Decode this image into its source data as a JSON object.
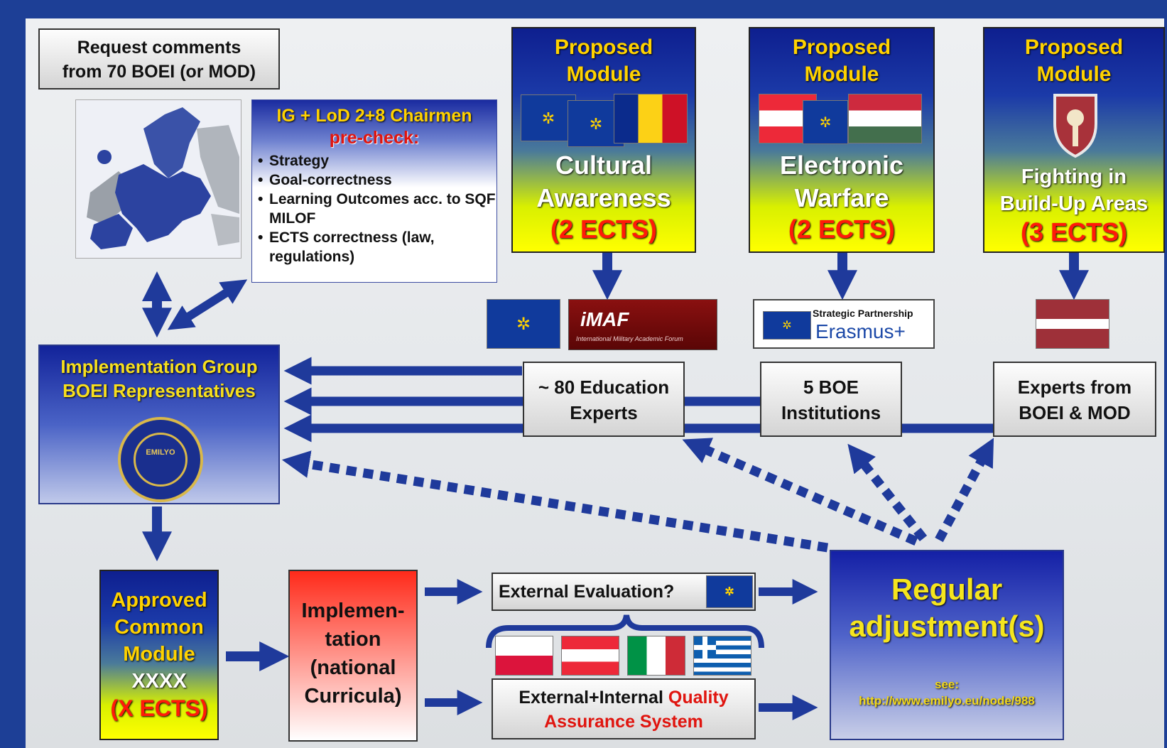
{
  "request": {
    "line1": "Request comments",
    "line2": "from 70 BOEI (or MOD)"
  },
  "precheck": {
    "title": "IG + LoD 2+8 Chairmen",
    "subtitle": "pre-check:",
    "items": [
      "Strategy",
      "Goal-correctness",
      "Learning Outcomes acc. to SQF MILOF",
      "ECTS correctness (law, regulations)"
    ]
  },
  "modules": [
    {
      "header1": "Proposed",
      "header2": "Module",
      "name1": "Cultural",
      "name2": "Awareness",
      "ects": "(2 ECTS)"
    },
    {
      "header1": "Proposed",
      "header2": "Module",
      "name1": "Electronic",
      "name2": "Warfare",
      "ects": "(2 ECTS)"
    },
    {
      "header1": "Proposed",
      "header2": "Module",
      "name1": "Fighting in",
      "name2": "Build-Up Areas",
      "ects": "(3 ECTS)"
    }
  ],
  "logos": {
    "imaf": "iMAF",
    "imaf_sub": "International Military Academic Forum",
    "erasmus_title": "Strategic Partnership",
    "erasmus": "Erasmus+"
  },
  "implementation_group": {
    "line1": "Implementation Group",
    "line2": "BOEI Representatives",
    "seal": "EMILYO"
  },
  "experts": [
    {
      "line1": "~ 80 Education",
      "line2": "Experts"
    },
    {
      "line1": "5 BOE",
      "line2": "Institutions"
    },
    {
      "line1": "Experts from",
      "line2": "BOEI & MOD"
    }
  ],
  "approved": {
    "line1": "Approved",
    "line2": "Common",
    "line3": "Module",
    "line4": "XXXX",
    "line5": "(X ECTS)"
  },
  "implementation": {
    "line1": "Implemen-",
    "line2": "tation",
    "line3": "(national",
    "line4": "Curricula)"
  },
  "external_eval": "External Evaluation?",
  "qa": {
    "part1": "External+Internal",
    "part2": "Quality",
    "part3": "Assurance System"
  },
  "regular": {
    "line1": "Regular",
    "line2": "adjustment(s)",
    "see": "see:",
    "url": "http://www.emilyo.eu/node/988"
  },
  "colors": {
    "frame": "#1d3f96",
    "arrow": "#1f3a9b",
    "accent_yellow": "#ffd200",
    "accent_red": "#e0150f"
  }
}
